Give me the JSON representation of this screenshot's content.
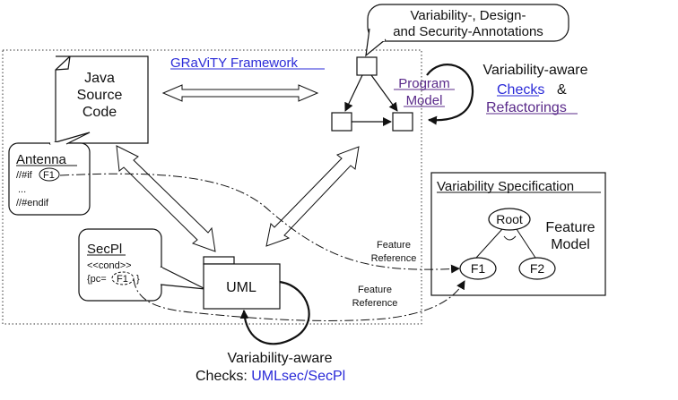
{
  "framework": {
    "label": "GRaViTY Framework"
  },
  "java": {
    "line1": "Java",
    "line2": "Source",
    "line3": "Code"
  },
  "annotations": {
    "line1": "Variability-, Design-",
    "line2": "and Security-Annotations"
  },
  "program_model": {
    "line1": "Program",
    "line2": "Model"
  },
  "checks_top": {
    "line1": "Variability-aware",
    "checks": "Checks",
    "amp": "&",
    "refactorings": "Refactorings"
  },
  "antenna": {
    "title": "Antenna",
    "code1": "//#if",
    "feature": "F1",
    "code2": "...",
    "code3": "//#endif"
  },
  "variability_spec": {
    "title": "Variability Specification",
    "root": "Root",
    "f1": "F1",
    "f2": "F2",
    "feature_model_1": "Feature",
    "feature_model_2": "Model"
  },
  "feature_ref_1": {
    "line1": "Feature",
    "line2": "Reference"
  },
  "feature_ref_2": {
    "line1": "Feature",
    "line2": "Reference"
  },
  "secpl": {
    "title": "SecPl",
    "cond": "<<cond>>",
    "pc_prefix": "{pc=",
    "feature": "F1",
    "pc_suffix": "}"
  },
  "uml": {
    "label": "UML"
  },
  "checks_bottom": {
    "line1": "Variability-aware",
    "prefix": "Checks: ",
    "umlsec": "UMLsec",
    "slash": "/",
    "secpl": "SecPl"
  },
  "colors": {
    "link": "#2a2ad8",
    "visited": "#5a2a8a"
  }
}
